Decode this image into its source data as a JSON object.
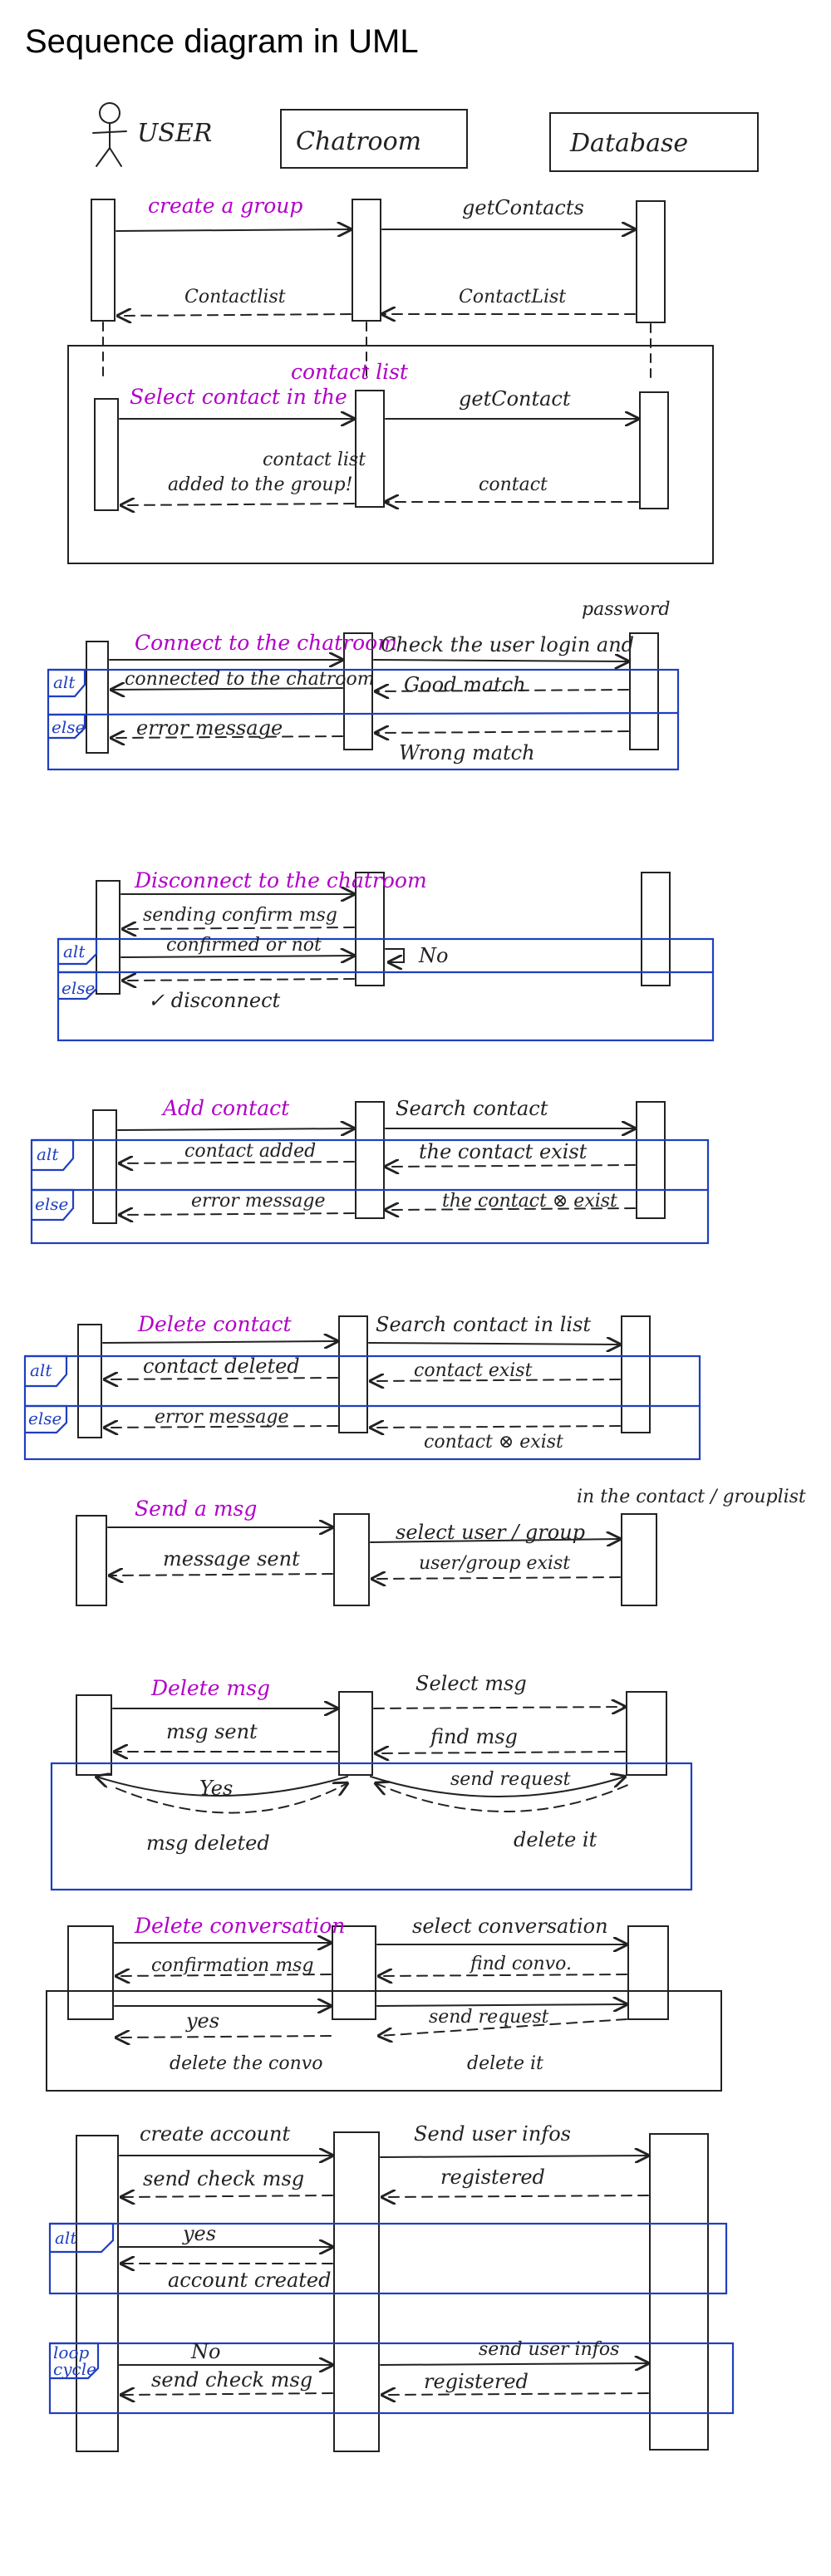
{
  "title": "Sequence diagram in UML",
  "colors": {
    "ink": "#222222",
    "accent": "#b100c8",
    "frame": "#1f3fbf"
  },
  "participants": {
    "user": "USER",
    "chatroom": "Chatroom",
    "database": "Database"
  },
  "frame_ops": {
    "alt": "alt",
    "else": "else",
    "loop": "loop",
    "cycle": "cycle"
  },
  "s1": {
    "create_group": "create a group",
    "get_contacts": "getContacts",
    "contact_list_left": "Contactlist",
    "contact_list_right": "ContactList",
    "contact_list_top": "contact list",
    "select_contact": "Select contact in the",
    "get_contact": "getContact",
    "contact_list_mid": "contact list",
    "added_to_group": "added to the group!",
    "contact": "contact"
  },
  "s2": {
    "connect": "Connect to the chatroom",
    "check": "Check the user login and",
    "password": "password",
    "connected": "connected to the chatroom",
    "good_match": "Good match",
    "error_message": "error message",
    "wrong_match": "Wrong match"
  },
  "s3": {
    "disconnect_title": "Disconnect to the chatroom",
    "sending_confirm": "sending confirm msg",
    "confirmed": "confirmed or not",
    "no": "No",
    "disconnect": "✓ disconnect"
  },
  "s4": {
    "add_contact": "Add contact",
    "search_contact": "Search contact",
    "contact_added": "contact added",
    "contact_exist": "the contact exist",
    "error_message": "error message",
    "contact_not_exist": "the contact ⊗ exist"
  },
  "s5": {
    "delete_contact": "Delete contact",
    "search_in_list": "Search contact in list",
    "contact_deleted": "contact deleted",
    "contact_exist": "contact exist",
    "error_message": "error message",
    "contact_not_exist": "contact ⊗ exist"
  },
  "s6": {
    "send_msg": "Send a msg",
    "select_user": "select user / group",
    "in_list": "in the contact / grouplist",
    "message_sent": "message sent",
    "user_exist": "user/group exist"
  },
  "s7": {
    "delete_msg": "Delete msg",
    "select_msg": "Select msg",
    "msg_sent": "msg sent",
    "find_msg": "find msg",
    "yes": "Yes",
    "send_request": "send request",
    "msg_deleted": "msg deleted",
    "delete_it": "delete it"
  },
  "s8": {
    "delete_conversation": "Delete conversation",
    "select_conversation": "select conversation",
    "confirmation_msg": "confirmation msg",
    "find_convo": "find convo.",
    "yes": "yes",
    "send_request": "send request",
    "delete_convo": "delete the convo",
    "delete_it": "delete it"
  },
  "s9": {
    "create_account": "create account",
    "send_user_infos": "Send user infos",
    "send_check_msg": "send check msg",
    "registered": "registered",
    "yes": "yes",
    "account_created": "account created",
    "no": "No",
    "send_user_infos_loop": "send user infos",
    "send_check_msg_loop": "send check msg",
    "registered_loop": "registered"
  }
}
